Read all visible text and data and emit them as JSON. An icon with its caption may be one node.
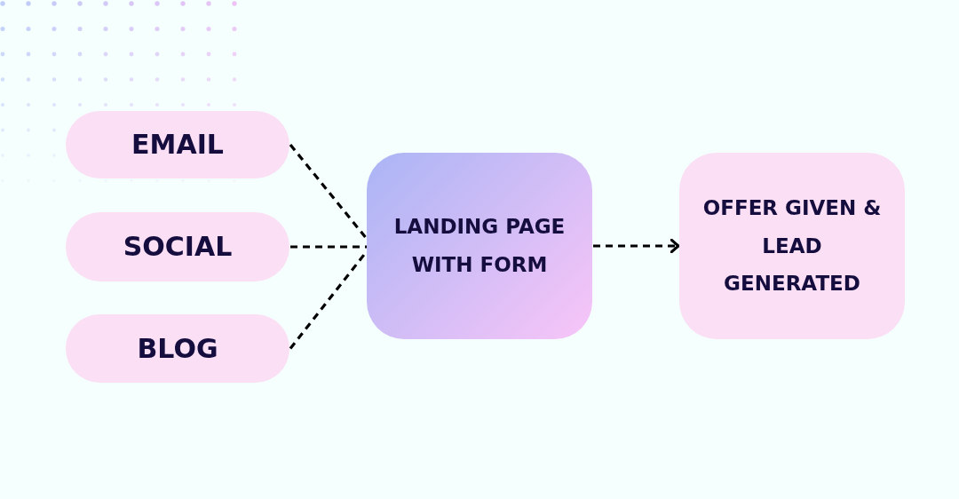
{
  "diagram": {
    "nodes": [
      {
        "text": [
          "EMAIL"
        ]
      },
      {
        "text": [
          "SOCIAL"
        ]
      },
      {
        "text": [
          "BLOG"
        ]
      },
      {
        "text": [
          "LANDING PAGE WITH FORM"
        ]
      },
      {
        "text": [
          "OFFER GIVEN & LEAD GENERATED"
        ]
      }
    ],
    "edges": [
      {
        "from": 0,
        "to": 3,
        "arrow": "none",
        "style": "dashed"
      },
      {
        "from": 1,
        "to": 3,
        "arrow": "none",
        "style": "dashed"
      },
      {
        "from": 2,
        "to": 3,
        "arrow": "none",
        "style": "dashed"
      },
      {
        "from": 3,
        "to": 4,
        "arrow": "to",
        "style": "dashed"
      }
    ]
  }
}
